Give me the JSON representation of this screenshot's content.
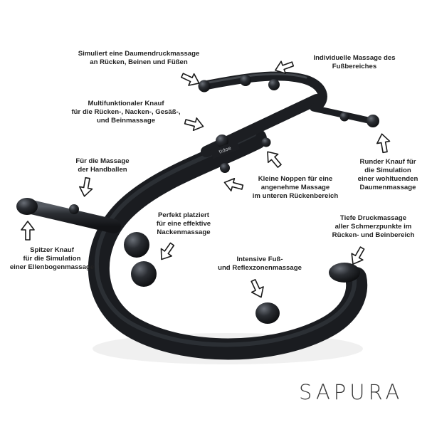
{
  "callouts": {
    "daumendruck": "Simuliert eine Daumendruckmassage\nan Rücken, Beinen und Füßen",
    "fussbereich": "Individuelle Massage des\nFußbereiches",
    "multifunktional": "Multifunktionaler Knauf\nfür die Rücken-, Nacken-, Gesäß-,\nund Beinmassage",
    "handballen": "Für die Massage\nder Handballen",
    "runder_knauf": "Runder Knauf für\ndie Simulation\neiner wohltuenden\nDaumenmassage",
    "noppen": "Kleine Noppen für eine\nangenehme Massage\nim unteren Rückenbereich",
    "nacken": "Perfekt platziert\nfür eine effektive\nNackenmassage",
    "tiefe_druck": "Tiefe Druckmassage\naller Schmerzpunkte im\nRücken- und Beinbereich",
    "spitzer_knauf": "Spitzer Knauf\nfür die Simulation\neiner Ellenbogenmassage",
    "reflexzonen": "Intensive Fuß-\nund Reflexzonenmassage"
  },
  "product_label": "tidoe",
  "brand": "SAPURA",
  "colors": {
    "product": "#23262b",
    "text": "#222222",
    "arrow_outline": "#1a1a1a",
    "background": "#ffffff"
  }
}
